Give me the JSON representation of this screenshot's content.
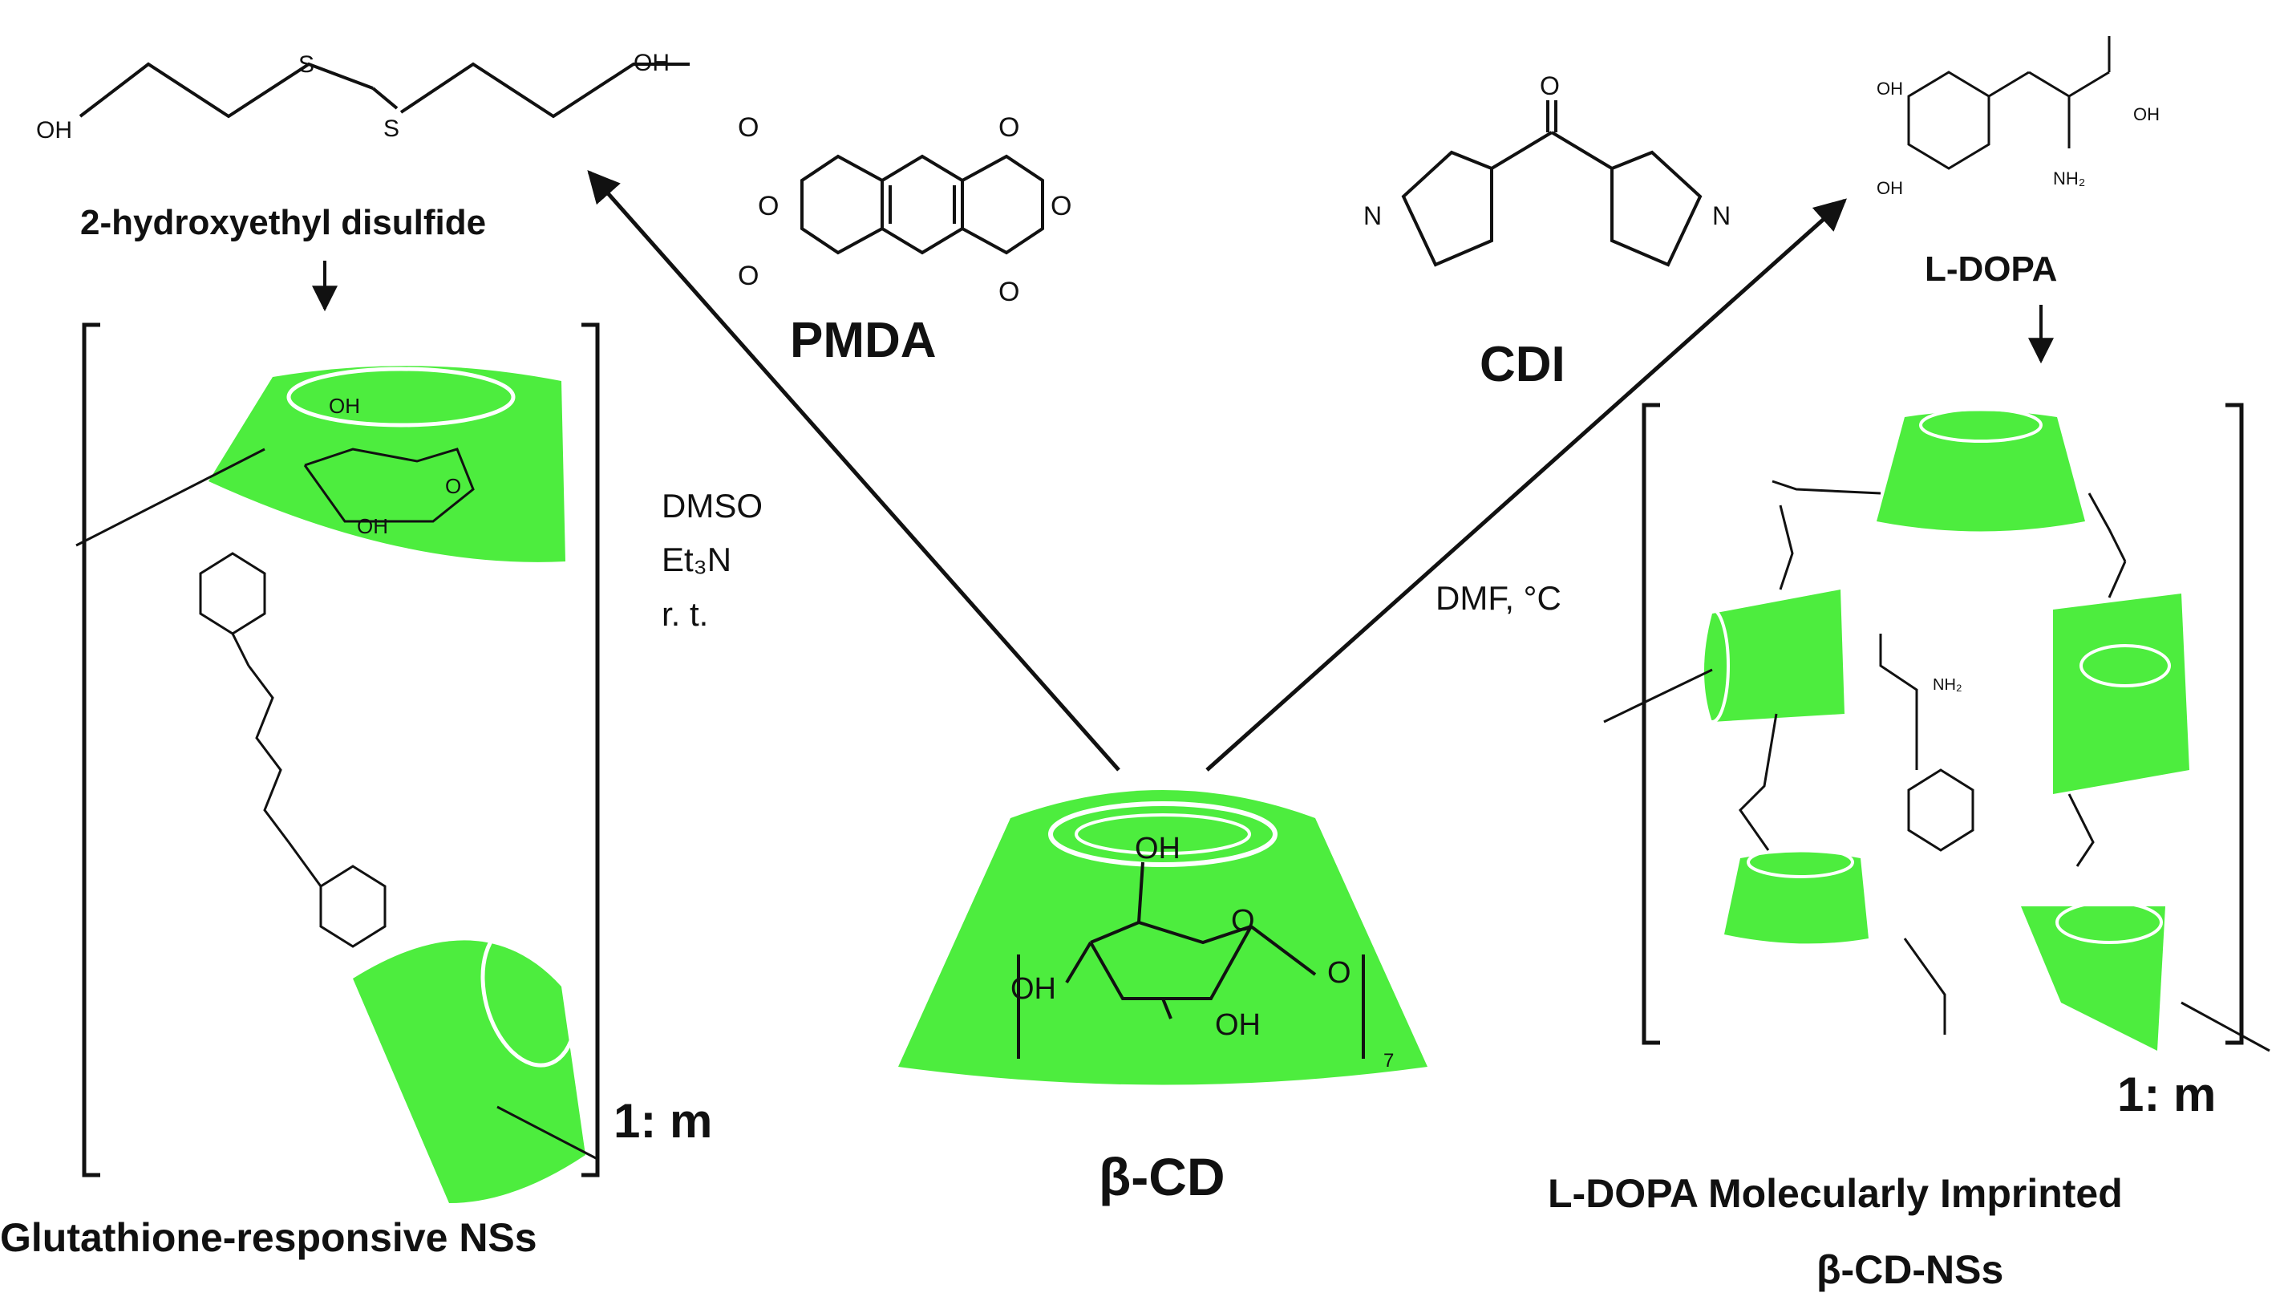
{
  "colors": {
    "cd_green": "#4ded3e",
    "ink": "#111111",
    "background": "#ffffff"
  },
  "reagents": {
    "disulfide": {
      "name": "2-hydroxyethyl disulfide",
      "atoms": {
        "oh_left": "OH",
        "oh_right": "OH",
        "s1": "S",
        "s2": "S"
      }
    },
    "pmda": {
      "name": "PMDA",
      "atoms": {
        "o": "O"
      }
    },
    "cdi": {
      "name": "CDI",
      "atoms": {
        "n": "N",
        "o": "O"
      }
    },
    "ldopa": {
      "name": "L-DOPA",
      "atoms": {
        "oh": "OH",
        "nh2": "NH₂"
      }
    }
  },
  "conditions": {
    "left": {
      "line1": "DMSO",
      "line2": "Et₃N",
      "line3": "r. t."
    },
    "right": {
      "line1": "DMF, °C"
    }
  },
  "center": {
    "name": "β-CD",
    "atoms": {
      "oh_top": "OH",
      "oh_left": "OH",
      "oh_bottom": "OH",
      "o_ring": "O",
      "o_link": "O",
      "subscript": "7"
    }
  },
  "products": {
    "left": {
      "name": "Glutathione-responsive NSs",
      "ratio": "1: m"
    },
    "right": {
      "name_line1": "L-DOPA Molecularly Imprinted",
      "name_line2": "β-CD-NSs",
      "ratio": "1: m"
    }
  }
}
